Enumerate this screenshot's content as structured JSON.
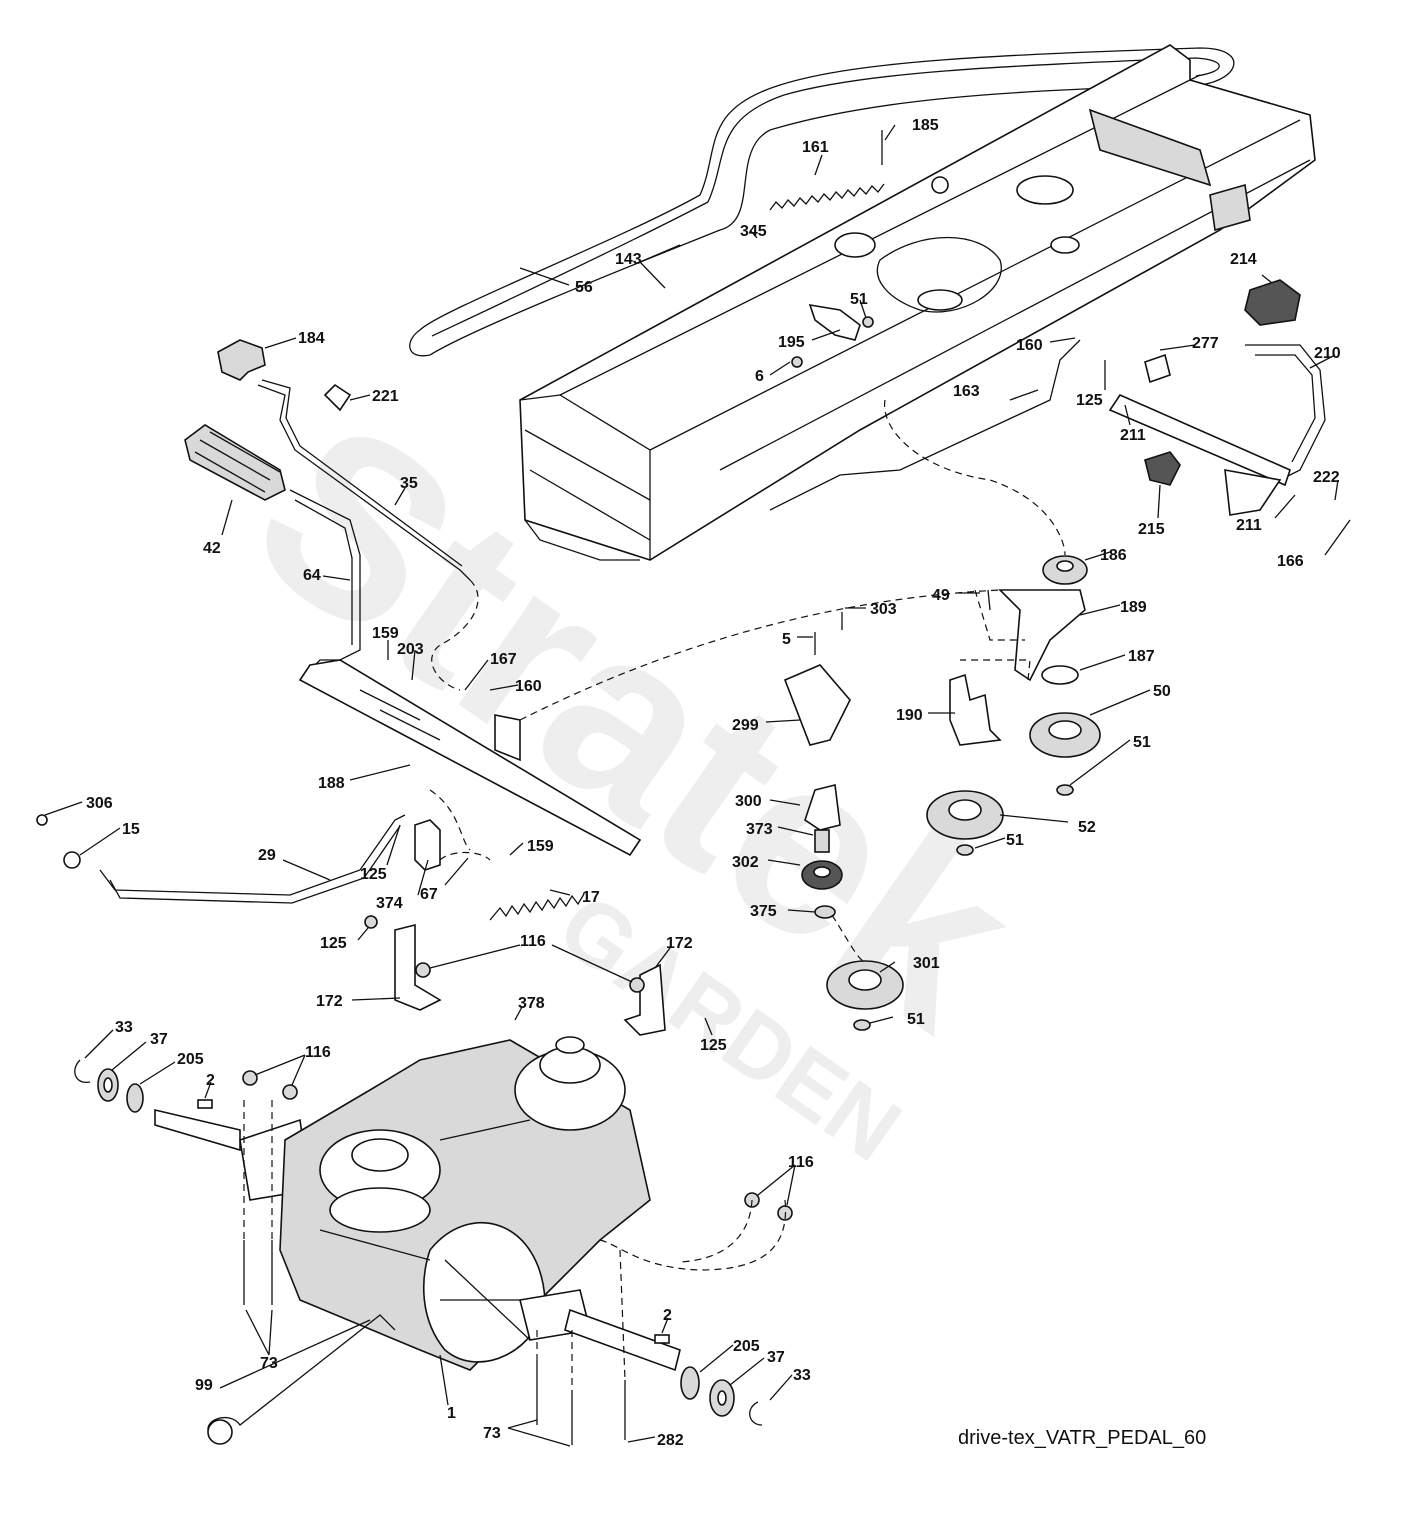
{
  "watermark": {
    "brand": "Stratek",
    "sub": "GARDEN"
  },
  "caption": "drive-tex_VATR_PEDAL_60",
  "callouts": [
    {
      "id": "185",
      "text": "185"
    },
    {
      "id": "161",
      "text": "161"
    },
    {
      "id": "345",
      "text": "345"
    },
    {
      "id": "143",
      "text": "143"
    },
    {
      "id": "56",
      "text": "56"
    },
    {
      "id": "51a",
      "text": "51"
    },
    {
      "id": "195",
      "text": "195"
    },
    {
      "id": "6",
      "text": "6"
    },
    {
      "id": "184",
      "text": "184"
    },
    {
      "id": "221",
      "text": "221"
    },
    {
      "id": "160a",
      "text": "160"
    },
    {
      "id": "125a",
      "text": "125"
    },
    {
      "id": "277",
      "text": "277"
    },
    {
      "id": "214",
      "text": "214"
    },
    {
      "id": "210",
      "text": "210"
    },
    {
      "id": "163",
      "text": "163"
    },
    {
      "id": "211a",
      "text": "211"
    },
    {
      "id": "35",
      "text": "35"
    },
    {
      "id": "42",
      "text": "42"
    },
    {
      "id": "215",
      "text": "215"
    },
    {
      "id": "211b",
      "text": "211"
    },
    {
      "id": "222",
      "text": "222"
    },
    {
      "id": "166",
      "text": "166"
    },
    {
      "id": "186",
      "text": "186"
    },
    {
      "id": "64",
      "text": "64"
    },
    {
      "id": "49",
      "text": "49"
    },
    {
      "id": "189",
      "text": "189"
    },
    {
      "id": "303",
      "text": "303"
    },
    {
      "id": "5",
      "text": "5"
    },
    {
      "id": "159a",
      "text": "159"
    },
    {
      "id": "203",
      "text": "203"
    },
    {
      "id": "167",
      "text": "167"
    },
    {
      "id": "160b",
      "text": "160"
    },
    {
      "id": "187",
      "text": "187"
    },
    {
      "id": "50",
      "text": "50"
    },
    {
      "id": "190",
      "text": "190"
    },
    {
      "id": "299",
      "text": "299"
    },
    {
      "id": "51b",
      "text": "51"
    },
    {
      "id": "188",
      "text": "188"
    },
    {
      "id": "300",
      "text": "300"
    },
    {
      "id": "306",
      "text": "306"
    },
    {
      "id": "15",
      "text": "15"
    },
    {
      "id": "52",
      "text": "52"
    },
    {
      "id": "373",
      "text": "373"
    },
    {
      "id": "51c",
      "text": "51"
    },
    {
      "id": "159b",
      "text": "159"
    },
    {
      "id": "29",
      "text": "29"
    },
    {
      "id": "125b",
      "text": "125"
    },
    {
      "id": "302",
      "text": "302"
    },
    {
      "id": "67",
      "text": "67"
    },
    {
      "id": "17",
      "text": "17"
    },
    {
      "id": "374",
      "text": "374"
    },
    {
      "id": "375",
      "text": "375"
    },
    {
      "id": "125c",
      "text": "125"
    },
    {
      "id": "116a",
      "text": "116"
    },
    {
      "id": "172a",
      "text": "172"
    },
    {
      "id": "301",
      "text": "301"
    },
    {
      "id": "172b",
      "text": "172"
    },
    {
      "id": "378",
      "text": "378"
    },
    {
      "id": "51d",
      "text": "51"
    },
    {
      "id": "125d",
      "text": "125"
    },
    {
      "id": "33a",
      "text": "33"
    },
    {
      "id": "37a",
      "text": "37"
    },
    {
      "id": "205a",
      "text": "205"
    },
    {
      "id": "116b",
      "text": "116"
    },
    {
      "id": "2a",
      "text": "2"
    },
    {
      "id": "116c",
      "text": "116"
    },
    {
      "id": "73a",
      "text": "73"
    },
    {
      "id": "2b",
      "text": "2"
    },
    {
      "id": "205b",
      "text": "205"
    },
    {
      "id": "37b",
      "text": "37"
    },
    {
      "id": "33b",
      "text": "33"
    },
    {
      "id": "99",
      "text": "99"
    },
    {
      "id": "1",
      "text": "1"
    },
    {
      "id": "73b",
      "text": "73"
    },
    {
      "id": "282",
      "text": "282"
    }
  ]
}
